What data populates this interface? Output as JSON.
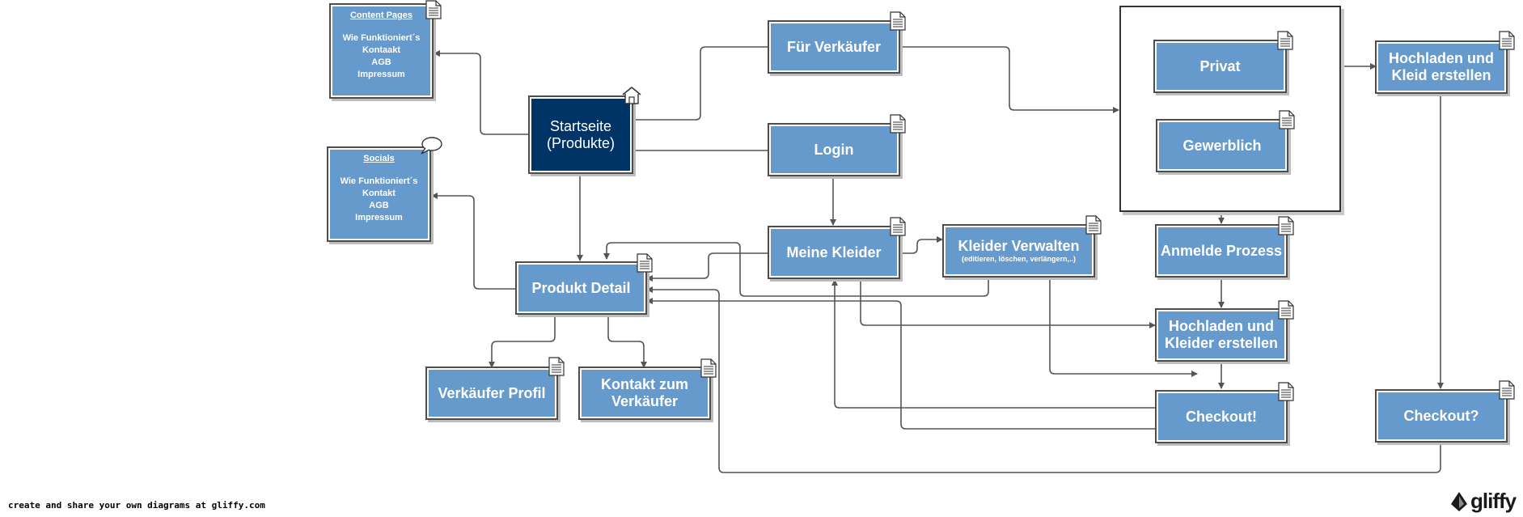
{
  "nodes": {
    "content_pages": {
      "title": "Content Pages",
      "lines": [
        "Wie Funktioniert´s",
        "Kontaakt",
        "AGB",
        "Impressum"
      ]
    },
    "socials": {
      "title": "Socials",
      "lines": [
        "Wie Funktioniert´s",
        "Kontakt",
        "AGB",
        "Impressum"
      ]
    },
    "startseite": {
      "line1": "Startseite",
      "line2": "(Produkte)"
    },
    "fuer_verkaeufer": "Für Verkäufer",
    "login": "Login",
    "meine_kleider": "Meine Kleider",
    "kleider_verwalten": {
      "title": "Kleider Verwalten",
      "sub": "(editieren, löschen, verlängern,..)"
    },
    "produkt_detail": "Produkt Detail",
    "verkaeufer_profil": "Verkäufer Profil",
    "kontakt_verkaeufer": {
      "line1": "Kontakt zum",
      "line2": "Verkäufer"
    },
    "privat": "Privat",
    "gewerblich": "Gewerblich",
    "anmelde_prozess": "Anmelde Prozess",
    "hochladen_kleider": {
      "line1": "Hochladen und",
      "line2": "Kleider erstellen"
    },
    "checkout": "Checkout!",
    "hochladen_kleid": {
      "line1": "Hochladen und",
      "line2": "Kleid erstellen"
    },
    "checkout_q": "Checkout?"
  },
  "footer": {
    "text": "create and share your own diagrams at gliffy.com",
    "logo": "gliffy"
  }
}
